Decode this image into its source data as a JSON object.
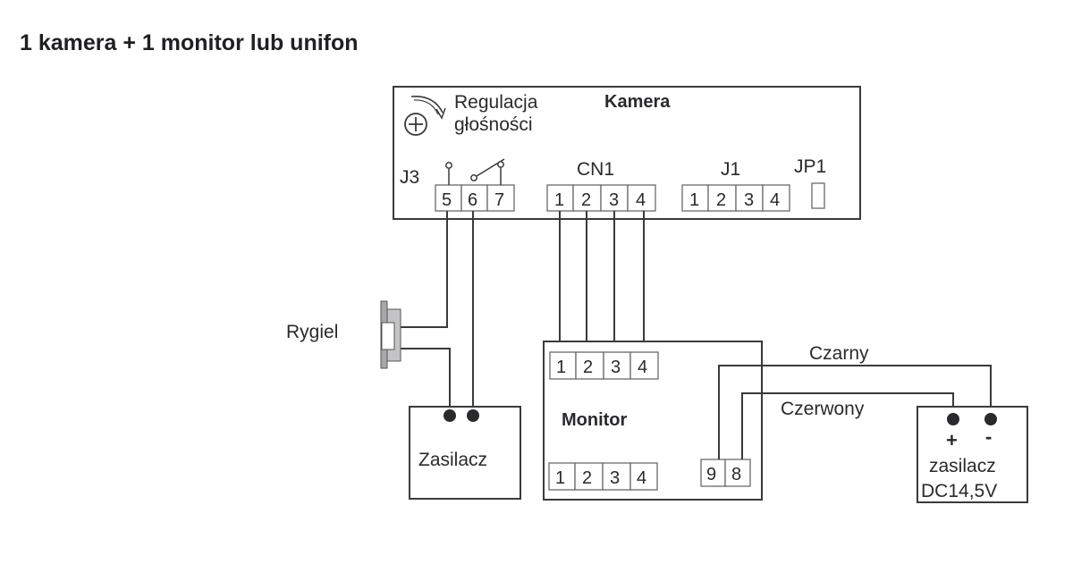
{
  "title": "1 kamera + 1 monitor lub unifon",
  "camera": {
    "label": "Kamera",
    "volume_label_line1": "Regulacja",
    "volume_label_line2": "głośności",
    "j3": {
      "label": "J3",
      "pins": [
        "5",
        "6",
        "7"
      ]
    },
    "cn1": {
      "label": "CN1",
      "pins": [
        "1",
        "2",
        "3",
        "4"
      ]
    },
    "j1": {
      "label": "J1",
      "pins": [
        "1",
        "2",
        "3",
        "4"
      ]
    },
    "jp1": {
      "label": "JP1"
    }
  },
  "lock": {
    "label": "Rygiel"
  },
  "lock_power": {
    "label": "Zasilacz"
  },
  "monitor": {
    "label": "Monitor",
    "top_pins": [
      "1",
      "2",
      "3",
      "4"
    ],
    "bottom_pins": [
      "1",
      "2",
      "3",
      "4"
    ],
    "power_pins": [
      "9",
      "8"
    ]
  },
  "wires": {
    "black": "Czarny",
    "red": "Czerwony"
  },
  "power_supply": {
    "plus": "+",
    "minus": "-",
    "label_line1": "zasilacz",
    "label_line2": "DC14,5V"
  }
}
